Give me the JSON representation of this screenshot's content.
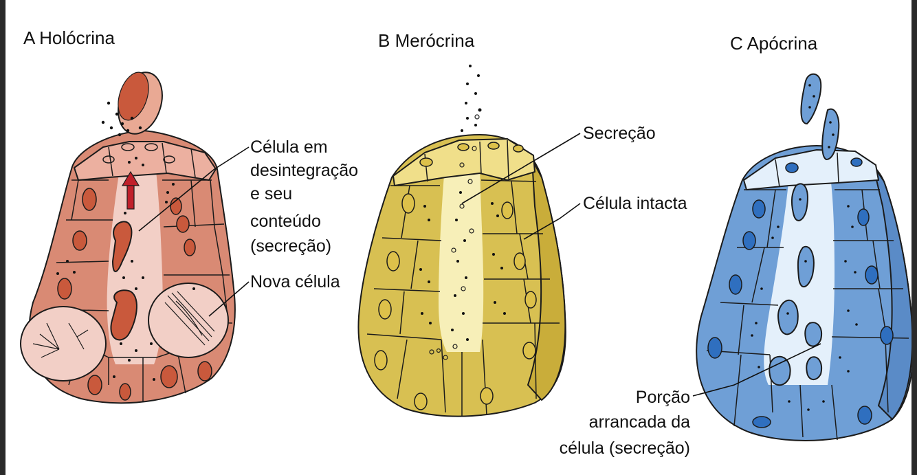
{
  "panels": [
    {
      "id": "A",
      "title": "A  Holócrina",
      "labels": [
        "Célula em",
        "desintegração",
        "e seu",
        "conteúdo",
        "(secreção)",
        "Nova célula"
      ],
      "colors": {
        "fill": "#d98a74",
        "light": "#f2cfc6",
        "nucleus": "#c9593c",
        "arrow": "#c0202a"
      }
    },
    {
      "id": "B",
      "title": "B  Merócrina",
      "labels": [
        "Secreção",
        "Célula intacta"
      ],
      "colors": {
        "fill": "#d8c052",
        "light": "#f7efb8",
        "nucleus": "#ddc14a"
      }
    },
    {
      "id": "C",
      "title": "C  Apócrina",
      "labels": [
        "Porção",
        "arrancada da",
        "célula (secreção)"
      ],
      "colors": {
        "fill": "#6f9fd6",
        "light": "#e4f0fb",
        "nucleus": "#2f6fbf"
      }
    }
  ]
}
